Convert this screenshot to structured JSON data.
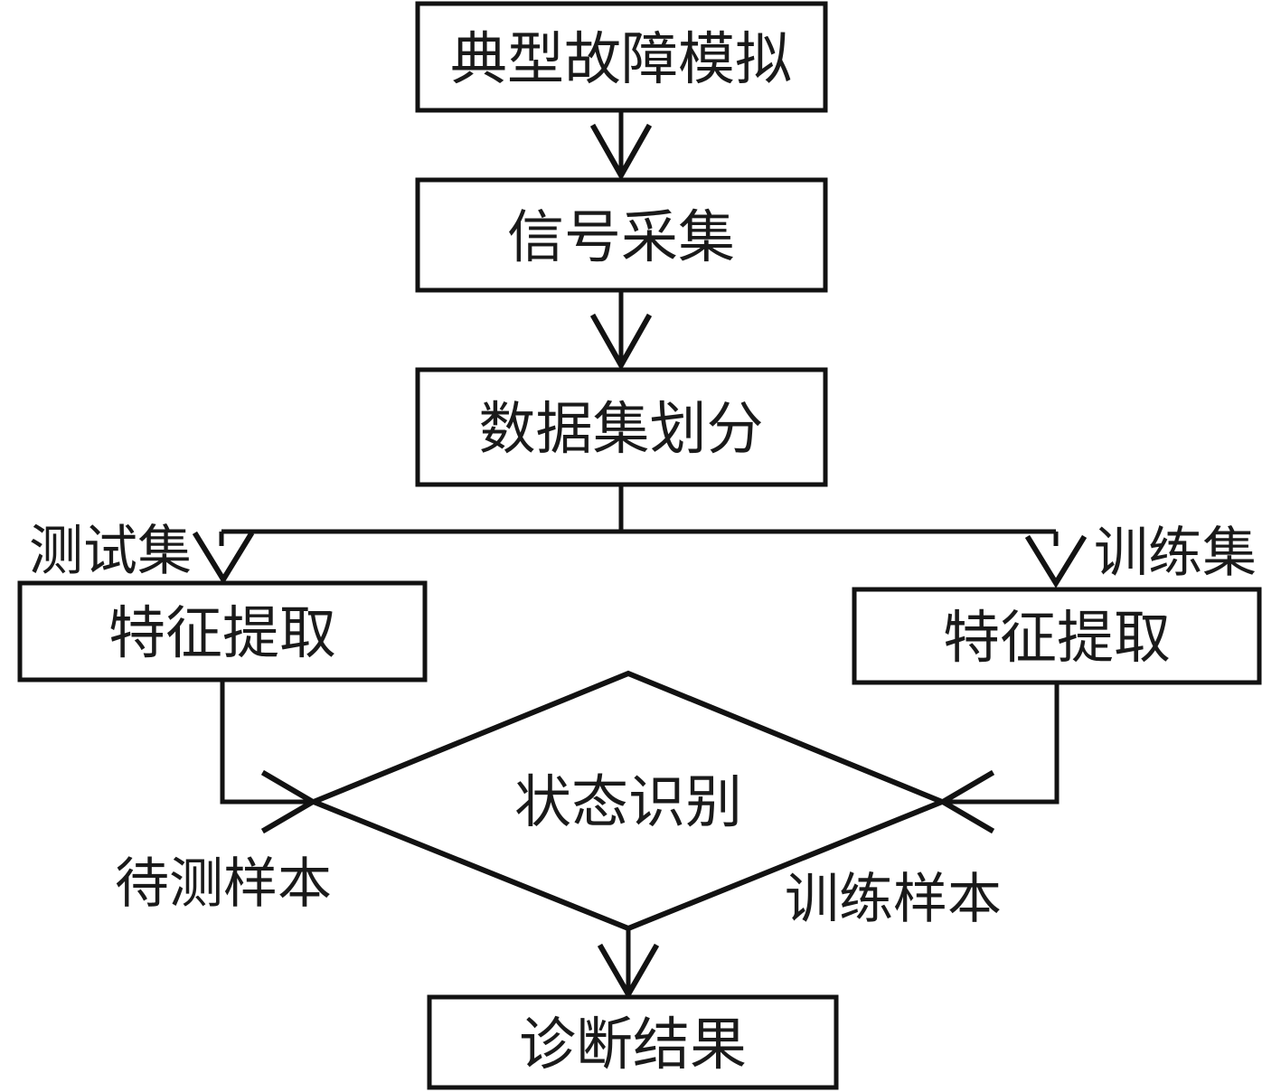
{
  "diagram": {
    "title_hint": "fault-diagnosis flowchart",
    "background_color": "#ffffff",
    "line_color": "#121212",
    "text_color": "#1a1a1a",
    "nodes": {
      "fault_simulation": "典型故障模拟",
      "signal_acquisition": "信号采集",
      "dataset_split": "数据集划分",
      "feature_extraction_test": "特征提取",
      "feature_extraction_train": "特征提取",
      "state_recognition": "状态识别",
      "diagnosis_result": "诊断结果"
    },
    "edge_labels": {
      "test_set": "测试集",
      "training_set": "训练集",
      "test_samples": "待测样本",
      "training_samples": "训练样本"
    }
  }
}
